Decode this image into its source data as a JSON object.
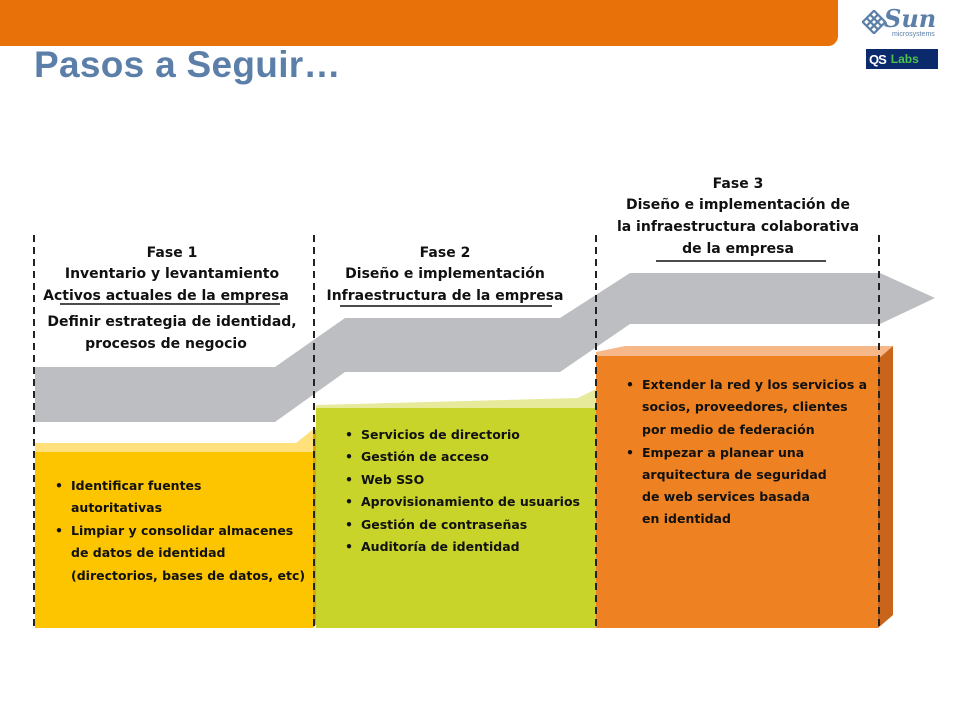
{
  "title": "Pasos a Seguir…",
  "logos": {
    "sun_word": "Sun",
    "sun_sub": "microsystems",
    "labs_qs": "QS",
    "labs_word": "Labs"
  },
  "colors": {
    "orange_bar": "#e8710a",
    "title_blue": "#5b7fa8",
    "phase1_block": "#fdc400",
    "phase2_block": "#c8d42a",
    "phase3_block": "#ee8121",
    "arrow_gray": "#bdbec1"
  },
  "phases": [
    {
      "header": [
        "Fase 1",
        "Inventario y levantamiento",
        "Activos actuales de la empresa",
        "Definir estrategia de identidad,",
        "procesos de negocio"
      ],
      "bullets": [
        [
          "Identificar fuentes",
          "autoritativas"
        ],
        [
          "Limpiar y consolidar almacenes",
          "de datos de identidad",
          "(directorios, bases de datos, etc)"
        ]
      ]
    },
    {
      "header": [
        "Fase 2",
        "Diseño e implementación",
        "Infraestructura de la empresa"
      ],
      "bullets": [
        [
          "Servicios de directorio"
        ],
        [
          "Gestión de acceso"
        ],
        [
          "Web SSO"
        ],
        [
          "Aprovisionamiento de usuarios"
        ],
        [
          "Gestión de contraseñas"
        ],
        [
          "Auditoría de identidad"
        ]
      ]
    },
    {
      "header": [
        "Fase 3",
        "Diseño e implementación de",
        "la infraestructura colaborativa",
        "de la empresa"
      ],
      "bullets": [
        [
          "Extender la red y los servicios a",
          "socios, proveedores, clientes",
          "por medio de federación"
        ],
        [
          "Empezar a planear una",
          "arquitectura de seguridad",
          "de web services basada",
          "en identidad"
        ]
      ]
    }
  ]
}
